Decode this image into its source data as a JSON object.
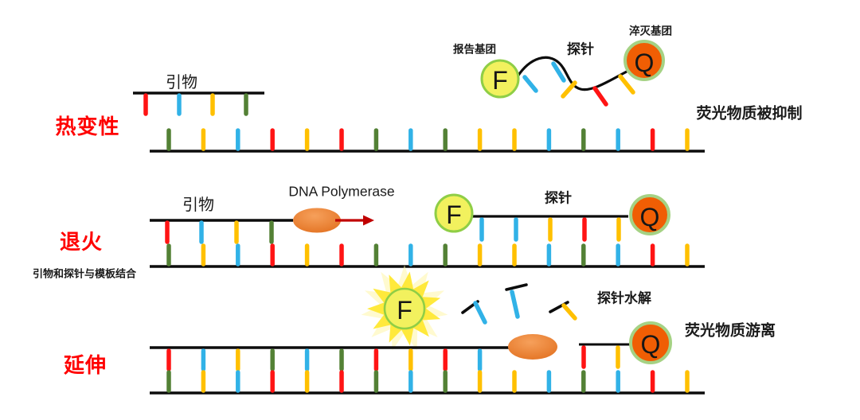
{
  "labels": {
    "stage_denaturation": "热变性",
    "stage_annealing": "退火",
    "stage_extension": "延伸",
    "annealing_note": "引物和探针与模板结合",
    "primer_top": "引物",
    "primer_mid": "引物",
    "probe_top": "探针",
    "probe_mid": "探针",
    "reporter_group": "报告基团",
    "quencher_group": "淬灭基团",
    "reporter_letter": "F",
    "quencher_letter": "Q",
    "dna_polymerase": "DNA Polymerase",
    "fluorescence_suppressed": "荧光物质被抑制",
    "fluorescence_released": "荧光物质游离",
    "probe_hydrolysis": "探针水解"
  },
  "palette": {
    "red": "#FF1414",
    "blue": "#31B2E7",
    "yellow": "#FFC000",
    "green": "#538135",
    "strand": "#0c0c0c",
    "stage_red": "#FF0000",
    "arrow_red": "#C00000",
    "reporter_fill": "#F2F15E",
    "reporter_stroke": "#8FCE46",
    "quencher_fill": "#F05E04",
    "quencher_stroke": "#A5D284",
    "polymerase_light": "#F6A05B",
    "polymerase_dark": "#E2701F",
    "star": "#FFE93B",
    "star_glow": "#FFF6A8"
  },
  "strands": {
    "template_ticks": [
      "green",
      "yellow",
      "blue",
      "red",
      "yellow",
      "red",
      "green",
      "blue",
      "green",
      "yellow",
      "yellow",
      "blue",
      "green",
      "blue",
      "red",
      "yellow"
    ],
    "primer_ticks": [
      "red",
      "blue",
      "yellow",
      "green"
    ],
    "probe_free_ticks": [
      "blue",
      "blue",
      "yellow",
      "red",
      "yellow"
    ],
    "probe_bound_ticks": [
      "blue",
      "blue",
      "yellow",
      "red",
      "yellow"
    ],
    "new_strand_ticks": [
      "red",
      "blue",
      "yellow",
      "green",
      "blue",
      "green",
      "red",
      "yellow",
      "red",
      "blue"
    ],
    "q_fragment_ticks": [
      "red",
      "yellow"
    ],
    "hydrolyzed_ticks": [
      "blue",
      "blue",
      "yellow"
    ]
  }
}
